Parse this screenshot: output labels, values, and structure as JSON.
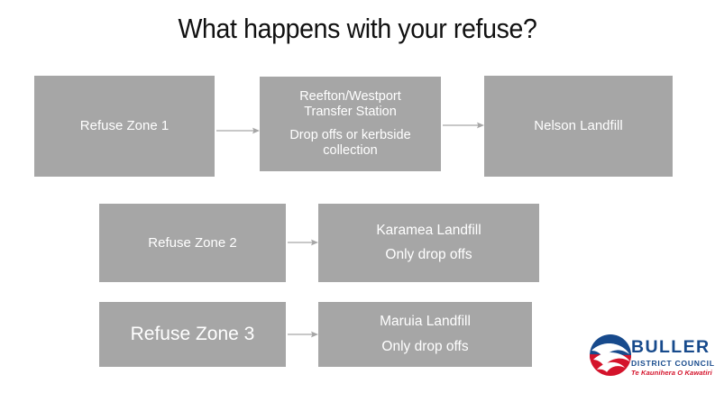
{
  "slide": {
    "title": "What happens with your refuse?",
    "background_color": "#ffffff",
    "box_color": "#a6a6a6",
    "box_text_color": "#ffffff",
    "arrow_color": "#a6a6a6"
  },
  "flow": {
    "rows": [
      {
        "id": "row-1",
        "boxes": [
          {
            "id": "zone1",
            "lines": [
              "Refuse Zone 1"
            ]
          },
          {
            "id": "transfer",
            "lines": [
              "Reefton/Westport",
              "Transfer Station"
            ],
            "lines2": [
              "Drop offs or kerbside",
              "collection"
            ]
          },
          {
            "id": "nelson",
            "lines": [
              "Nelson Landfill"
            ]
          }
        ]
      },
      {
        "id": "row-2",
        "boxes": [
          {
            "id": "zone2",
            "lines": [
              "Refuse Zone 2"
            ]
          },
          {
            "id": "karamea",
            "lines": [
              "Karamea Landfill"
            ],
            "lines2": [
              "Only drop offs"
            ]
          }
        ]
      },
      {
        "id": "row-3",
        "boxes": [
          {
            "id": "zone3",
            "lines": [
              "Refuse Zone 3"
            ]
          },
          {
            "id": "maruia",
            "lines": [
              "Maruia Landfill"
            ],
            "lines2": [
              "Only drop offs"
            ]
          }
        ]
      }
    ],
    "box_text": {
      "zone1": "Refuse Zone 1",
      "transfer_line1": "Reefton/Westport",
      "transfer_line2": "Transfer Station",
      "transfer_line3": "Drop offs or kerbside",
      "transfer_line4": "collection",
      "nelson": "Nelson Landfill",
      "zone2": "Refuse Zone 2",
      "karamea_line1": "Karamea Landfill",
      "karamea_line2": "Only drop offs",
      "zone3": "Refuse Zone 3",
      "maruia_line1": "Maruia Landfill",
      "maruia_line2": "Only drop offs"
    },
    "arrows": [
      {
        "id": "arrow-1",
        "from": "zone1",
        "to": "transfer"
      },
      {
        "id": "arrow-2",
        "from": "transfer",
        "to": "nelson"
      },
      {
        "id": "arrow-3",
        "from": "zone2",
        "to": "karamea"
      },
      {
        "id": "arrow-4",
        "from": "zone3",
        "to": "maruia"
      }
    ]
  },
  "logo": {
    "name": "BULLER",
    "subtitle": "DISTRICT COUNCIL",
    "maori_name": "Te Kaunihera O Kawatiri",
    "blue": "#174a8c",
    "red": "#d4132b"
  }
}
